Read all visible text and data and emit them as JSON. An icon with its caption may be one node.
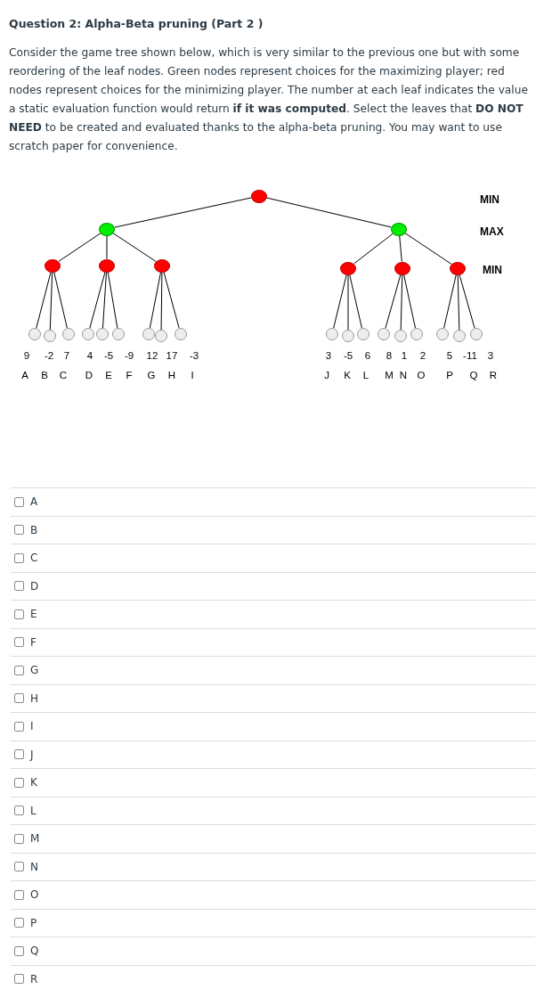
{
  "diagram": {
    "title": "Question 2: Alpha-Beta pruning (Part 2 )",
    "caption": "Consider the game tree shown below, which is very similar to the previous one but with some reordering of the leaf nodes. Green nodes represent choices for the maximizing player; red nodes represent choices for the minimizing player. The number at each leaf indicates the value a static evaluation function would return **if it was computed**. Select the leaves that **DO NOT NEED** to be created and evaluated thanks to the alpha-beta pruning. You may want to use scratch paper for convenience.",
    "nodes": [
      {
        "text": [],
        "shape": "circle"
      },
      {
        "text": [],
        "shape": "circle"
      },
      {
        "text": [],
        "shape": "circle"
      },
      {
        "text": [],
        "shape": "circle"
      },
      {
        "text": [],
        "shape": "circle"
      },
      {
        "text": [],
        "shape": "circle",
        "beside": [
          "9",
          "A"
        ]
      },
      {
        "text": [],
        "shape": "circle",
        "beside": [
          "-2",
          "B"
        ]
      },
      {
        "text": [],
        "shape": "circle",
        "beside": [
          "7",
          "C"
        ]
      },
      {
        "text": [],
        "shape": "circle",
        "beside": [
          "4",
          "D"
        ]
      },
      {
        "text": [],
        "shape": "circle",
        "beside": [
          "-5",
          "E"
        ]
      },
      {
        "text": [],
        "shape": "circle",
        "beside": [
          "-9",
          "F"
        ]
      },
      {
        "text": [],
        "shape": "circle",
        "beside": [
          "12",
          "G"
        ]
      },
      {
        "text": [],
        "shape": "circle",
        "beside": [
          "17",
          "H"
        ]
      },
      {
        "text": [],
        "shape": "circle",
        "beside": [
          "-3",
          "I"
        ]
      },
      {
        "text": [],
        "shape": "circle"
      },
      {
        "text": [],
        "shape": "circle"
      },
      {
        "text": [],
        "shape": "circle"
      },
      {
        "text": [],
        "shape": "circle"
      },
      {
        "text": [],
        "shape": "circle",
        "beside": [
          "3",
          "J"
        ]
      },
      {
        "text": [],
        "shape": "circle",
        "beside": [
          "-5",
          "K"
        ]
      },
      {
        "text": [],
        "shape": "circle",
        "beside": [
          "6",
          "L"
        ]
      },
      {
        "text": [],
        "shape": "circle",
        "beside": [
          "8",
          "M"
        ]
      },
      {
        "text": [],
        "shape": "circle",
        "beside": [
          "1",
          "N"
        ]
      },
      {
        "text": [],
        "shape": "circle",
        "beside": [
          "2",
          "O"
        ]
      },
      {
        "text": [],
        "shape": "circle",
        "beside": [
          "5",
          "P"
        ]
      },
      {
        "text": [],
        "shape": "circle",
        "beside": [
          "-11",
          "Q"
        ]
      },
      {
        "text": [],
        "shape": "circle",
        "beside": [
          "3",
          "R"
        ]
      }
    ],
    "edges": [
      {
        "from": 0,
        "to": 1,
        "arrow": "none"
      },
      {
        "from": 1,
        "to": 2,
        "arrow": "none"
      },
      {
        "from": 1,
        "to": 3,
        "arrow": "none"
      },
      {
        "from": 1,
        "to": 4,
        "arrow": "none"
      },
      {
        "from": 2,
        "to": 5,
        "arrow": "none"
      },
      {
        "from": 2,
        "to": 6,
        "arrow": "none"
      },
      {
        "from": 2,
        "to": 7,
        "arrow": "none"
      },
      {
        "from": 3,
        "to": 8,
        "arrow": "none"
      },
      {
        "from": 3,
        "to": 9,
        "arrow": "none"
      },
      {
        "from": 3,
        "to": 10,
        "arrow": "none"
      },
      {
        "from": 4,
        "to": 11,
        "arrow": "none"
      },
      {
        "from": 4,
        "to": 12,
        "arrow": "none"
      },
      {
        "from": 4,
        "to": 13,
        "arrow": "none"
      },
      {
        "from": 0,
        "to": 14,
        "arrow": "none"
      },
      {
        "from": 14,
        "to": 15,
        "arrow": "none"
      },
      {
        "from": 14,
        "to": 16,
        "arrow": "none"
      },
      {
        "from": 14,
        "to": 17,
        "arrow": "none"
      },
      {
        "from": 15,
        "to": 18,
        "arrow": "none"
      },
      {
        "from": 15,
        "to": 19,
        "arrow": "none"
      },
      {
        "from": 15,
        "to": 20,
        "arrow": "none"
      },
      {
        "from": 16,
        "to": 21,
        "arrow": "none"
      },
      {
        "from": 16,
        "to": 22,
        "arrow": "none"
      },
      {
        "from": 16,
        "to": 23,
        "arrow": "none"
      },
      {
        "from": 17,
        "to": 24,
        "arrow": "none"
      },
      {
        "from": 17,
        "to": 25,
        "arrow": "none"
      },
      {
        "from": 17,
        "to": 26,
        "arrow": "none"
      }
    ],
    "labels": [
      "MIN",
      "MAX",
      "MIN",
      "A",
      "B",
      "C",
      "D",
      "E",
      "F",
      "G",
      "H",
      "I",
      "J",
      "K",
      "L",
      "M",
      "N",
      "O",
      "P",
      "Q",
      "R"
    ]
  }
}
